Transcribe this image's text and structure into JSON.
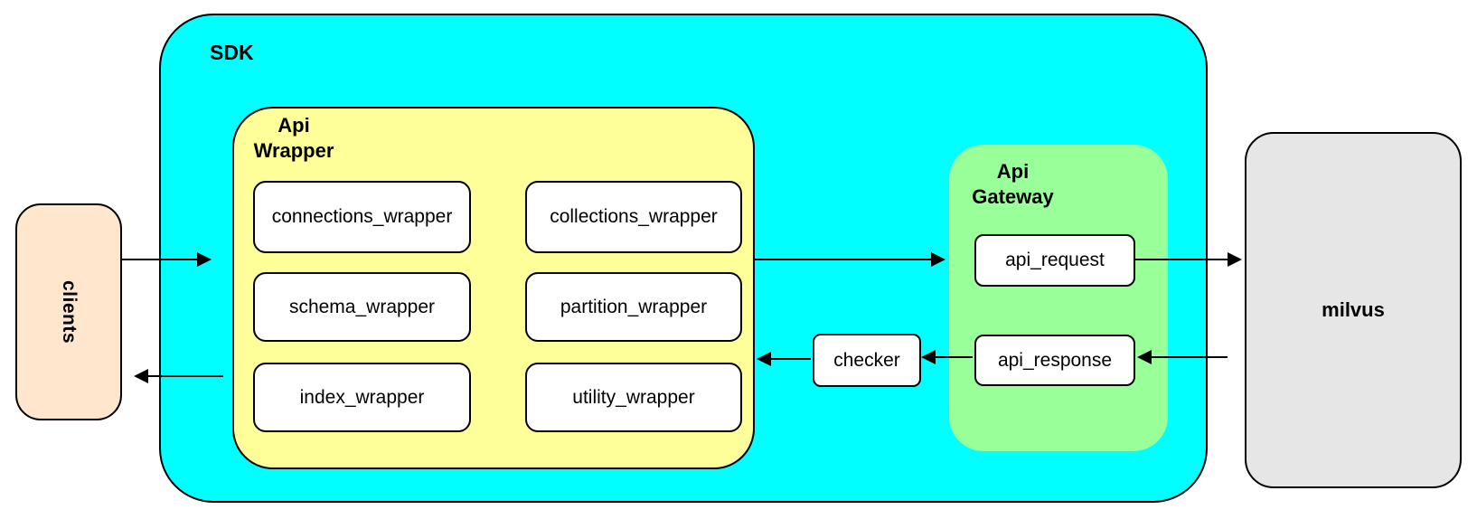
{
  "colors": {
    "sdk_fill": "#00FFFF",
    "api_wrapper_fill": "#FFFF99",
    "api_gateway_fill": "#99FF99",
    "clients_fill": "#FFE6CC",
    "milvus_fill": "#E6E6E6",
    "inner_box_fill": "#FFFFFF",
    "border": "#000000"
  },
  "clients": {
    "label": "clients"
  },
  "sdk": {
    "label": "SDK",
    "api_wrapper": {
      "title": "Api\nWrapper",
      "boxes": [
        "connections_wrapper",
        "collections_wrapper",
        "schema_wrapper",
        "partition_wrapper",
        "index_wrapper",
        "utility_wrapper"
      ]
    },
    "checker": {
      "label": "checker"
    },
    "api_gateway": {
      "title": "Api\nGateway",
      "boxes": [
        "api_request",
        "api_response"
      ]
    }
  },
  "milvus": {
    "label": "milvus"
  }
}
